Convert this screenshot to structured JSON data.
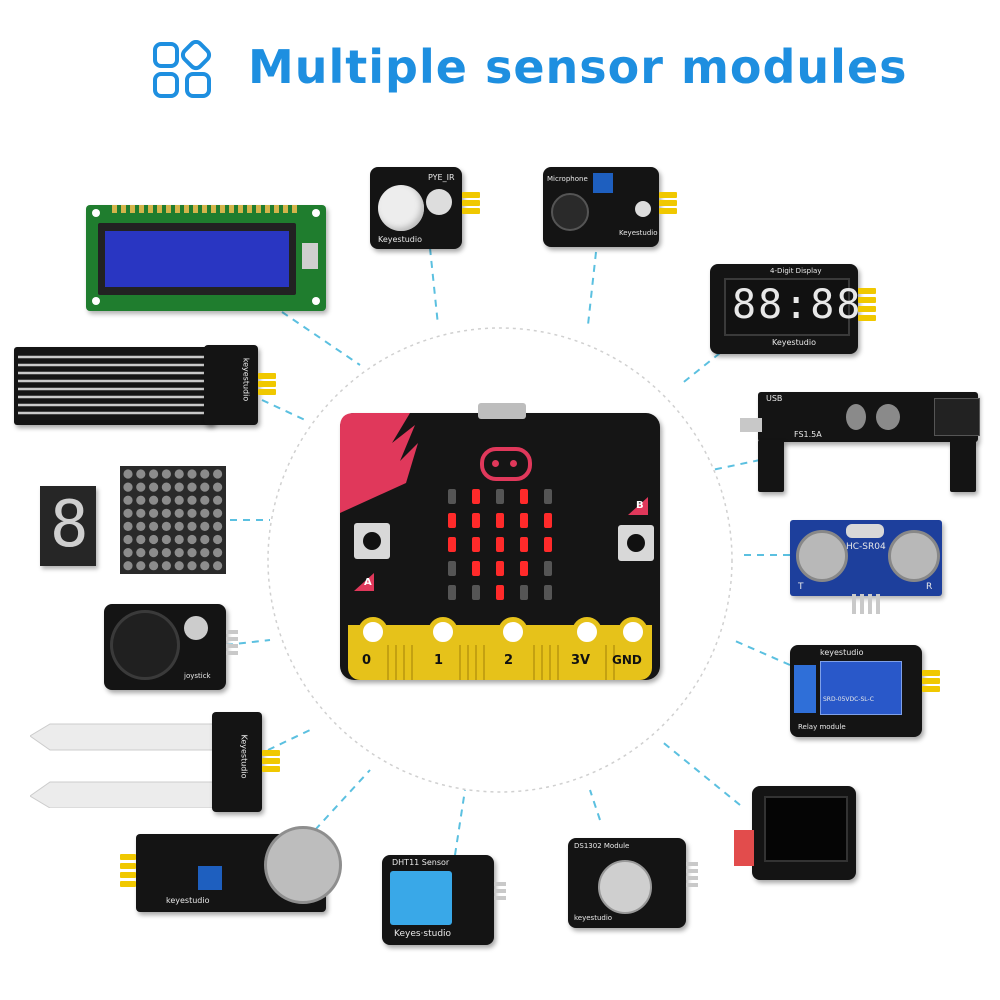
{
  "header": {
    "title": "Multiple sensor modules"
  },
  "microbit": {
    "button_a": "A",
    "button_b": "B",
    "pins": [
      "0",
      "1",
      "2",
      "3V",
      "GND"
    ]
  },
  "modules": {
    "pir": {
      "label1": "PYE_IR",
      "label2": "Keyestudio"
    },
    "microphone": {
      "label1": "Microphone",
      "label2": "Keyestudio"
    },
    "digit_display": {
      "label1": "4-Digit Display",
      "digits": "88:88",
      "label2": "Keyestudio"
    },
    "power_module": {
      "label1": "USB",
      "label2": "FS1.5A"
    },
    "ultrasonic": {
      "label1": "HC-SR04",
      "left": "T",
      "right": "R"
    },
    "relay": {
      "label1": "keyestudio",
      "label2": "SRD-05VDC-SL-C",
      "label3": "Relay module"
    },
    "water": {
      "label1": "keyestudio"
    },
    "joystick": {
      "label1": "joystick"
    },
    "soil": {
      "label1": "Keyestudio"
    },
    "gas": {
      "label1": "keyestudio"
    },
    "dht11": {
      "label1": "DHT11 Sensor",
      "label2": "Keyes·studio"
    },
    "rtc": {
      "label1": "DS1302 Module",
      "label2": "keyestudio"
    },
    "seven_seg": {
      "digit": "8"
    }
  },
  "colors": {
    "title": "#1e8fe0",
    "accent_pink": "#e0385b",
    "led_red": "#ff2a2a",
    "dashed_line": "#5bc0e0"
  }
}
